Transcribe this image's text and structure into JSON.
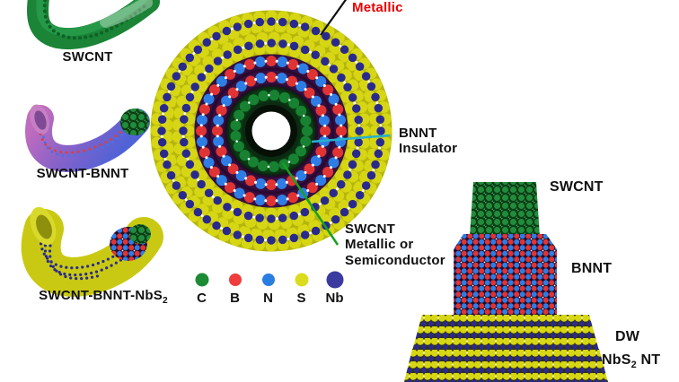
{
  "figure_title": "Nanotube heterostructure cross-section figure",
  "colors": {
    "carbon_green": "#1d8a34",
    "boron_red": "#f03c3c",
    "nitrogen_blue": "#2a7de1",
    "sulfur_yellow": "#dcdc1e",
    "niobium_navy": "#3a3aa0",
    "metallic_label_red": "#e60000",
    "metallic_pointer": "#101010",
    "bnnt_pointer": "#25b2cf",
    "swcnt_pointer": "#17a021"
  },
  "left_column": {
    "structures": [
      {
        "id": "swcnt",
        "label": "SWCNT"
      },
      {
        "id": "swcnt-bnnt",
        "label": "SWCNT-BNNT"
      },
      {
        "id": "swcnt-bnnt-nbs2",
        "label_main": "SWCNT-BNNT-NbS",
        "label_sub": "2"
      }
    ]
  },
  "cross_section": {
    "annotations": {
      "metallic": {
        "label": "Metallic"
      },
      "bnnt": {
        "line1": "BNNT",
        "line2": "Insulator"
      },
      "swcnt": {
        "line1": "SWCNT",
        "line2": "Metallic or",
        "line3": "Semiconductor"
      }
    },
    "legend": {
      "items": [
        {
          "element": "C",
          "color": "#1d8a34"
        },
        {
          "element": "B",
          "color": "#f03c3c"
        },
        {
          "element": "N",
          "color": "#2a7de1"
        },
        {
          "element": "S",
          "color": "#dcdc1e"
        },
        {
          "element": "Nb",
          "color": "#3a3aa0"
        }
      ]
    }
  },
  "right_column": {
    "labels": {
      "swcnt": "SWCNT",
      "bnnt": "BNNT",
      "dw": "DW",
      "nbs2_main": "NbS",
      "nbs2_sub": "2",
      "nbs2_suffix": " NT"
    }
  }
}
